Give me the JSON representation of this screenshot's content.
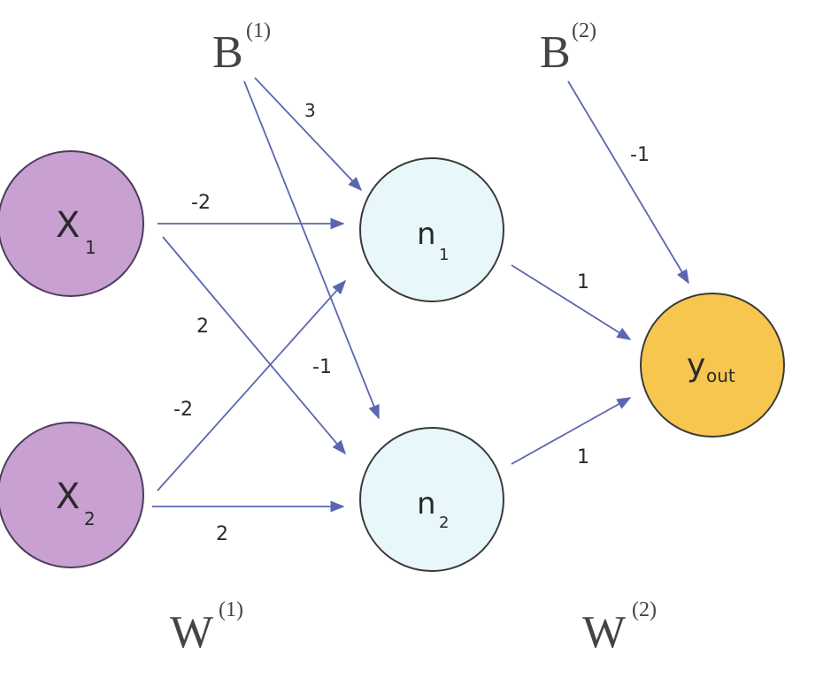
{
  "colors": {
    "input_fill": "#c9a0d2",
    "input_stroke": "#4a3d5a",
    "hidden_fill": "#e8f8fa",
    "hidden_stroke": "#3a3a3a",
    "output_fill": "#f7c64f",
    "output_stroke": "#3a3a3a",
    "arrow": "#5a66b0",
    "text": "#2a2a2a"
  },
  "nodes": {
    "x1": {
      "main": "X",
      "sub": "1"
    },
    "x2": {
      "main": "X",
      "sub": "2"
    },
    "n1": {
      "main": "n",
      "sub": "1"
    },
    "n2": {
      "main": "n",
      "sub": "2"
    },
    "yout": {
      "main": "y",
      "sub": "out"
    }
  },
  "labels": {
    "bias1": {
      "main": "B",
      "sup": "(1)"
    },
    "bias2": {
      "main": "B",
      "sup": "(2)"
    },
    "weight1": {
      "main": "W",
      "sup": "(1)"
    },
    "weight2": {
      "main": "W",
      "sup": "(2)"
    }
  },
  "edges": {
    "b1_n1": "3",
    "b1_n2": "-1",
    "x1_n1": "-2",
    "x1_n2": "2",
    "x2_n1": "-2",
    "x2_n2": "2",
    "b2_y": "-1",
    "n1_y": "1",
    "n2_y": "1"
  }
}
